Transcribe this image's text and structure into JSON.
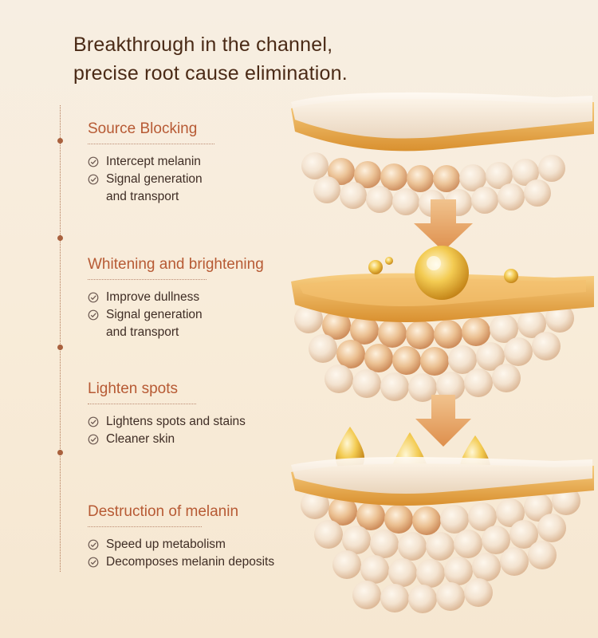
{
  "title": {
    "line1": "Breakthrough in the channel,",
    "line2": "precise root cause elimination."
  },
  "sections": [
    {
      "title": "Source Blocking",
      "items": [
        "Intercept melanin",
        "Signal generation\nand transport"
      ]
    },
    {
      "title": "Whitening and brightening",
      "items": [
        "Improve dullness",
        "Signal generation\nand transport"
      ]
    },
    {
      "title": "Lighten spots",
      "items": [
        "Lightens spots and stains",
        "Cleaner skin"
      ]
    },
    {
      "title": "Destruction of melanin",
      "items": [
        "Speed up metabolism",
        "Decomposes melanin deposits"
      ]
    }
  ],
  "icons": {
    "check": "check-circle-icon"
  },
  "colors": {
    "title": "#4a2a16",
    "section_title": "#b75a34",
    "timeline": "#a9613e",
    "arrow": "#e7a86d",
    "serum": "#e9bb4e"
  }
}
